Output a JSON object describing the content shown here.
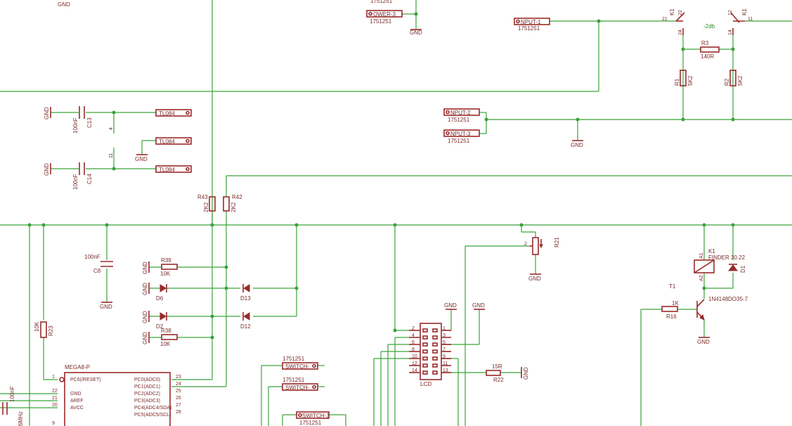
{
  "labels": {
    "gnd": "GND",
    "power3": "OWER-3",
    "power3_val": "1751251",
    "power_top_val": "1751251",
    "input1": "NPUT-1",
    "input1_val": "1751251",
    "input2": "NPUT-2",
    "input2_val": "1751251",
    "input3": "NPUT-3",
    "input3_val": "1751251",
    "k1_a": "K1",
    "k1_b": "K1",
    "attn": "-2db",
    "r3": "R3",
    "r3_val": "140R",
    "r1": "R1",
    "r1_val": "5K2",
    "r2": "R2",
    "r2_val": "5K2",
    "tl084_a": "TL084",
    "tl084_b": "TL084",
    "tl084_c": "TL084",
    "c13": "C13",
    "c13_val": "100nF",
    "c14": "C14",
    "c14_val": "100nF",
    "r43": "R43",
    "r43_val": "2K2",
    "r42": "R42",
    "r42_val": "2K2",
    "c8": "C8",
    "c8_val": "100nF",
    "r39": "R39",
    "r39_val": "10K",
    "r38": "R38",
    "r38_val": "10K",
    "d6": "D6",
    "d2": "D2",
    "d13": "D13",
    "d12": "D12",
    "r23": "R23",
    "r23_val": "10K",
    "mega": "MEGA8-P",
    "r21": "R21",
    "k1_relay": "K1",
    "finder": "FINDER 30.22",
    "d1": "D1",
    "t1": "T1",
    "r16": "R16",
    "r16_val": "1K",
    "t1_val": "1N4148DO35-7",
    "lcd": "LCD",
    "r22": "R22",
    "r22_val": "15R",
    "switch1": "SWITCH-",
    "switch1_val": "1751251",
    "switch2": "SWITCH-",
    "switch2_val": "1751251",
    "switch3": "SWITCH-3",
    "switch3_val": "1751251",
    "c_bottom_val": "100nF",
    "xtal": "6MHz"
  },
  "mega_pins_left": [
    {
      "name": "PC6(/RESET)",
      "num": "1"
    },
    {
      "name": "GND",
      "num": "22"
    },
    {
      "name": "AREF",
      "num": "21"
    },
    {
      "name": "AVCC",
      "num": "20"
    },
    {
      "name": "",
      "num": "9"
    }
  ],
  "mega_pins_right": [
    {
      "name": "PC0(ADC0)",
      "num": "23"
    },
    {
      "name": "PC1(ADC1)",
      "num": "24"
    },
    {
      "name": "PC2(ADC2)",
      "num": "25"
    },
    {
      "name": "PC3(ADC3)",
      "num": "26"
    },
    {
      "name": "PC4(ADC4/SDA)",
      "num": "27"
    },
    {
      "name": "PC5(ADC5/SCL)",
      "num": "28"
    }
  ],
  "lcd_pins_left": [
    "2",
    "4",
    "6",
    "8",
    "10",
    "12",
    "14"
  ],
  "lcd_pins_right": [
    "1",
    "3",
    "5",
    "7",
    "9",
    "11",
    "13"
  ],
  "colors": {
    "wire": "#3aa33a",
    "part": "#9a2a2a",
    "text": "#7a2b2b"
  }
}
